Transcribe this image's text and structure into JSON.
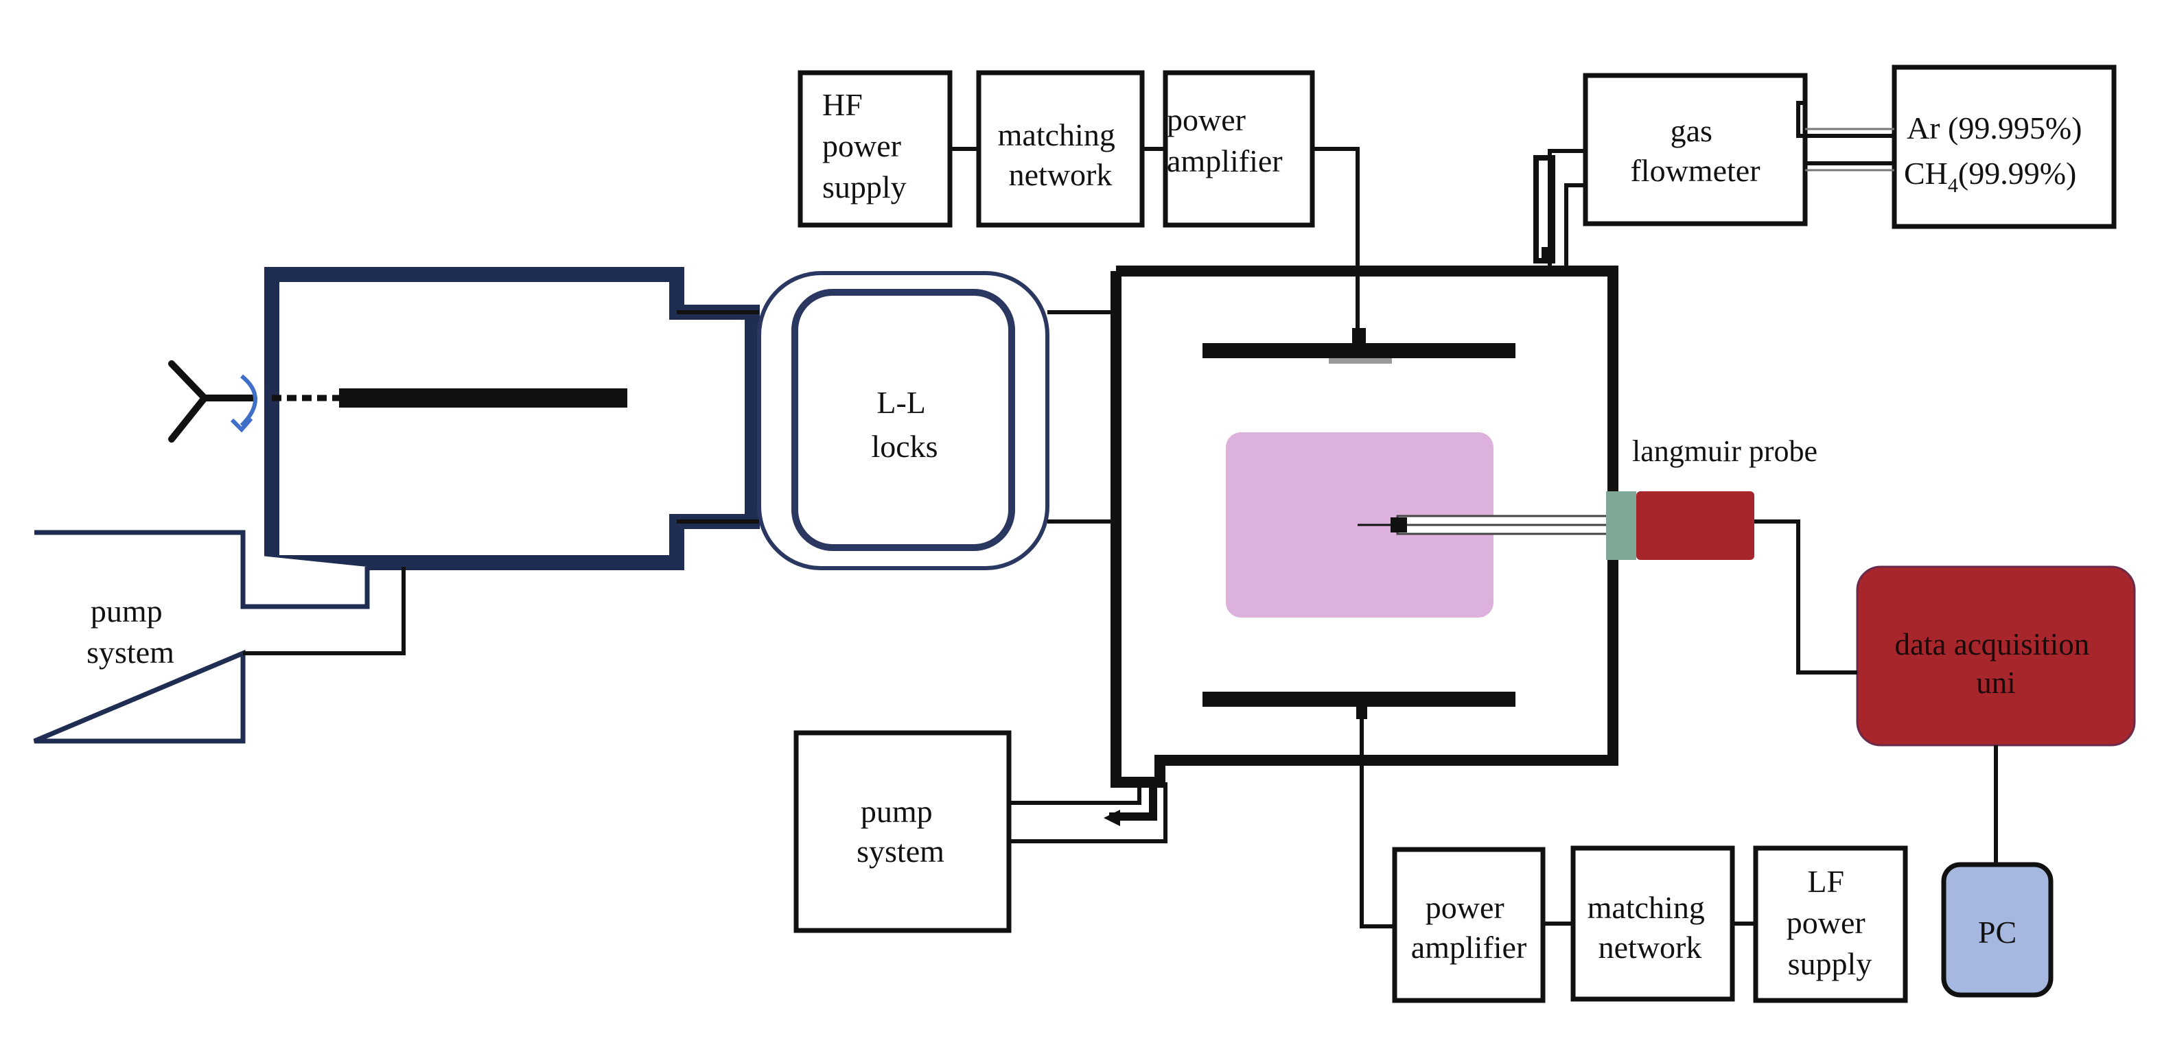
{
  "colors": {
    "line": "#111111",
    "load_lock_chamber": "#1f2d52",
    "load_lock_ring": "#2a3760",
    "plasma": "#dcb1dc",
    "probe_body": "#a6262c",
    "probe_flange": "#7fa896",
    "data_acquisition": "#a6262c",
    "pc": "#a7b8e0",
    "rotation_arrow": "#3f6fc8",
    "electrode_shield": "#9a9a9a"
  },
  "labels": {
    "hf_power_supply": [
      "HF",
      "power",
      "supply"
    ],
    "matching_network_top": [
      "matching",
      "network"
    ],
    "power_amplifier_top": [
      "power",
      "amplifier"
    ],
    "gas_flowmeter": [
      "gas",
      "flowmeter"
    ],
    "gas_ar": "Ar (99.995%)",
    "gas_ch4_prefix": "CH",
    "gas_ch4_sub": "4",
    "gas_ch4_suffix": "(99.99%)",
    "load_lock": [
      "L-L",
      "locks"
    ],
    "langmuir_probe": "langmuir probe",
    "data_acquisition": [
      "data acquisition",
      "uni"
    ],
    "pc": "PC",
    "pump_system_left": [
      "pump",
      "system"
    ],
    "pump_system_bottom": [
      "pump",
      "system"
    ],
    "power_amplifier_bottom": [
      "power",
      "amplifier"
    ],
    "matching_network_bottom": [
      "matching",
      "network"
    ],
    "lf_power_supply": [
      "LF",
      "power",
      "supply"
    ]
  },
  "icons": {
    "sample_handle": "y-handle-icon",
    "rotation": "rotation-arrow-icon",
    "gas_valve": "valve-icon",
    "pump_port": "arrow-left-icon"
  }
}
